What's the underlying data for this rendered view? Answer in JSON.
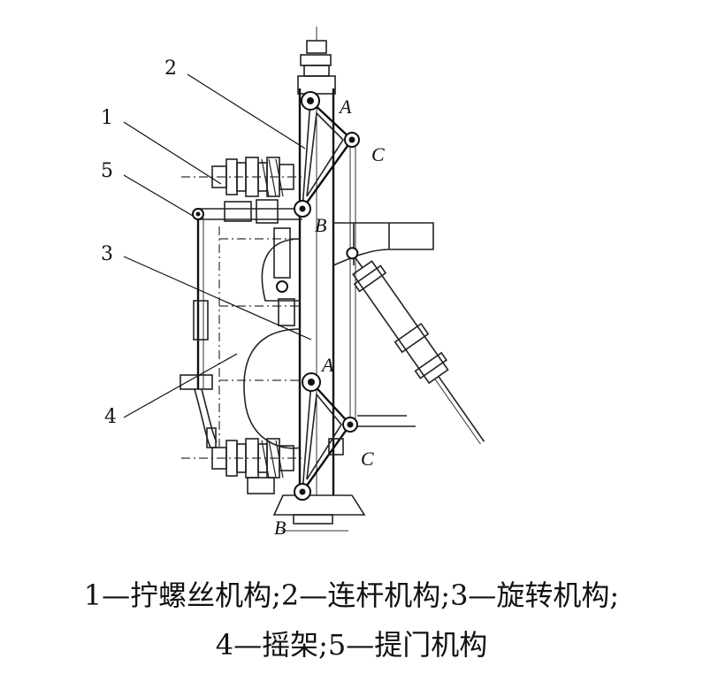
{
  "callouts": {
    "c1": "1",
    "c2": "2",
    "c3": "3",
    "c4": "4",
    "c5": "5"
  },
  "joints": {
    "upper_a": "A",
    "upper_b": "B",
    "upper_c": "C",
    "lower_a": "A",
    "lower_b": "B",
    "lower_c": "C"
  },
  "caption": {
    "line1": "1—拧螺丝机构;2—连杆机构;3—旋转机构;",
    "line2": "4—摇架;5—提门机构"
  }
}
